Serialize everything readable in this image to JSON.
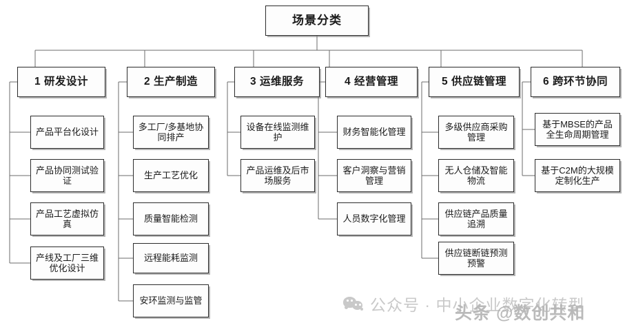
{
  "diagram": {
    "type": "org-chart",
    "root": {
      "label": "场景分类"
    },
    "columns": [
      {
        "id": 1,
        "header": "1 研发设计",
        "items": [
          "产品平台化设计",
          "产品协同测试验证",
          "产品工艺虚拟仿真",
          "产线及工厂三维优化设计"
        ]
      },
      {
        "id": 2,
        "header": "2 生产制造",
        "items": [
          "多工厂/多基地协同排产",
          "生产工艺优化",
          "质量智能检测",
          "远程能耗监测",
          "安环监测与监管"
        ]
      },
      {
        "id": 3,
        "header": "3 运维服务",
        "items": [
          "设备在线监测维护",
          "产品运维及后市场服务"
        ]
      },
      {
        "id": 4,
        "header": "4 经营管理",
        "items": [
          "财务智能化管理",
          "客户洞察与营销管理",
          "人员数字化管理"
        ]
      },
      {
        "id": 5,
        "header": "5 供应链管理",
        "items": [
          "多级供应商采购管理",
          "无人仓储及智能物流",
          "供应链产品质量追溯",
          "供应链断链预测预警"
        ]
      },
      {
        "id": 6,
        "header": "6 跨环节协同",
        "items": [
          "基于MBSE的产品全生命周期管理",
          "基于C2M的大规模定制化生产"
        ]
      }
    ]
  },
  "watermark": {
    "icon": "wechat-icon",
    "text": "公众号 · 中小企业数字化转型",
    "overlay_text": "头条 @数创共和"
  },
  "colors": {
    "background": "#ffffff",
    "box_fill": "#fdfdfd",
    "box_border": "#2b2b2b",
    "connector": "#6b6b6b",
    "text": "#1a1a1a",
    "watermark": "#c9c9c9"
  }
}
